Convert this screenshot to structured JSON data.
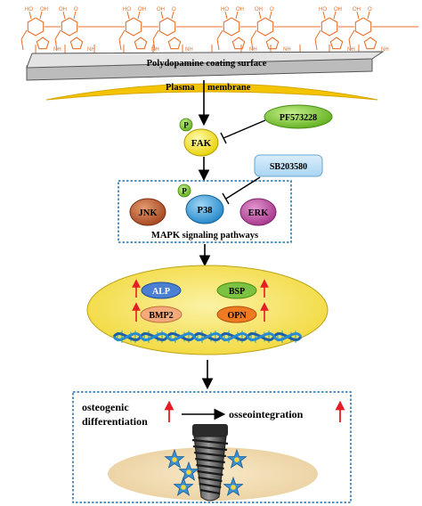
{
  "surface": {
    "label": "Polydopamine coating  surface"
  },
  "membrane": {
    "left": "Plasma",
    "right": "membrane"
  },
  "nodes": {
    "phospho": "P",
    "fak": "FAK",
    "pf573228": "PF573228",
    "sb203580": "SB203580",
    "jnk": "JNK",
    "p38": "P38",
    "erk": "ERK",
    "mapk_caption": "MAPK signaling pathways",
    "alp": "ALP",
    "bsp": "BSP",
    "bmp2": "BMP2",
    "opn": "OPN",
    "osteogenic_1": "osteogenic",
    "osteogenic_2": "differentiation",
    "osseointegration": "osseointegration"
  },
  "molecule": {
    "atom_oh": "OH",
    "atom_o": "O",
    "atom_nh": "NH",
    "atom_ho": "HO"
  },
  "colors": {
    "molecule": "#e8702a",
    "surface_fill": "#d9d9d9",
    "membrane": "#f5c400",
    "green": "#7dc832",
    "fak_yellow": "#f2e21e",
    "p38_blue": "#2f9fdc",
    "jnk_brown": "#b5582e",
    "erk_purple": "#b8479d",
    "blue_box": "#c9e6f7",
    "nucleus": "#f7e45a",
    "alp_blue": "#4a7fd1",
    "bsp_green": "#7cc242",
    "bmp2_peach": "#f4a97a",
    "opn_orange": "#f07a22",
    "arrow_red": "#e31e24",
    "dash_blue": "#1f6fa8",
    "bone": "#f2dcb0",
    "star_blue": "#3c8fd0",
    "star_yellow": "#f5d63c"
  }
}
